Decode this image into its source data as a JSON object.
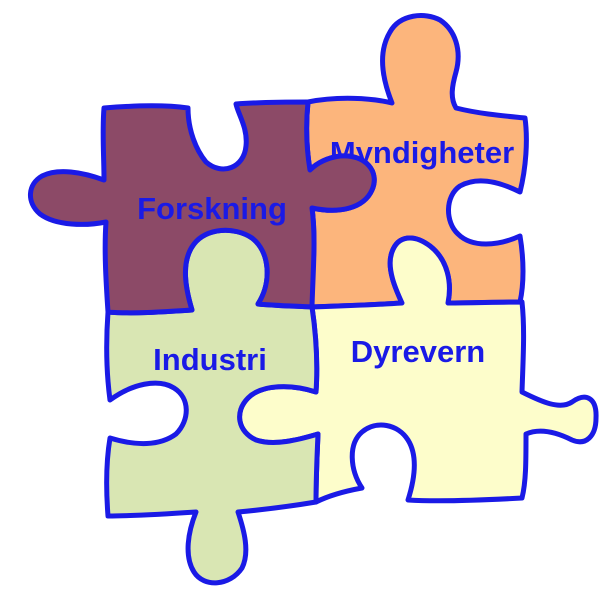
{
  "pieces": [
    {
      "key": "myndigheter",
      "label": "Myndigheter",
      "fill": "#fcb57c",
      "text_color": "#1a1ae6"
    },
    {
      "key": "dyrevern",
      "label": "Dyrevern",
      "fill": "#fdfdcb",
      "text_color": "#1a1ae6"
    },
    {
      "key": "industri",
      "label": "Industri",
      "fill": "#d9e6b3",
      "text_color": "#1a1ae6"
    },
    {
      "key": "forskning",
      "label": "Forskning",
      "fill": "#8c4a67",
      "text_color": "#1a1ae6"
    }
  ],
  "outline_color": "#1a1ae6"
}
